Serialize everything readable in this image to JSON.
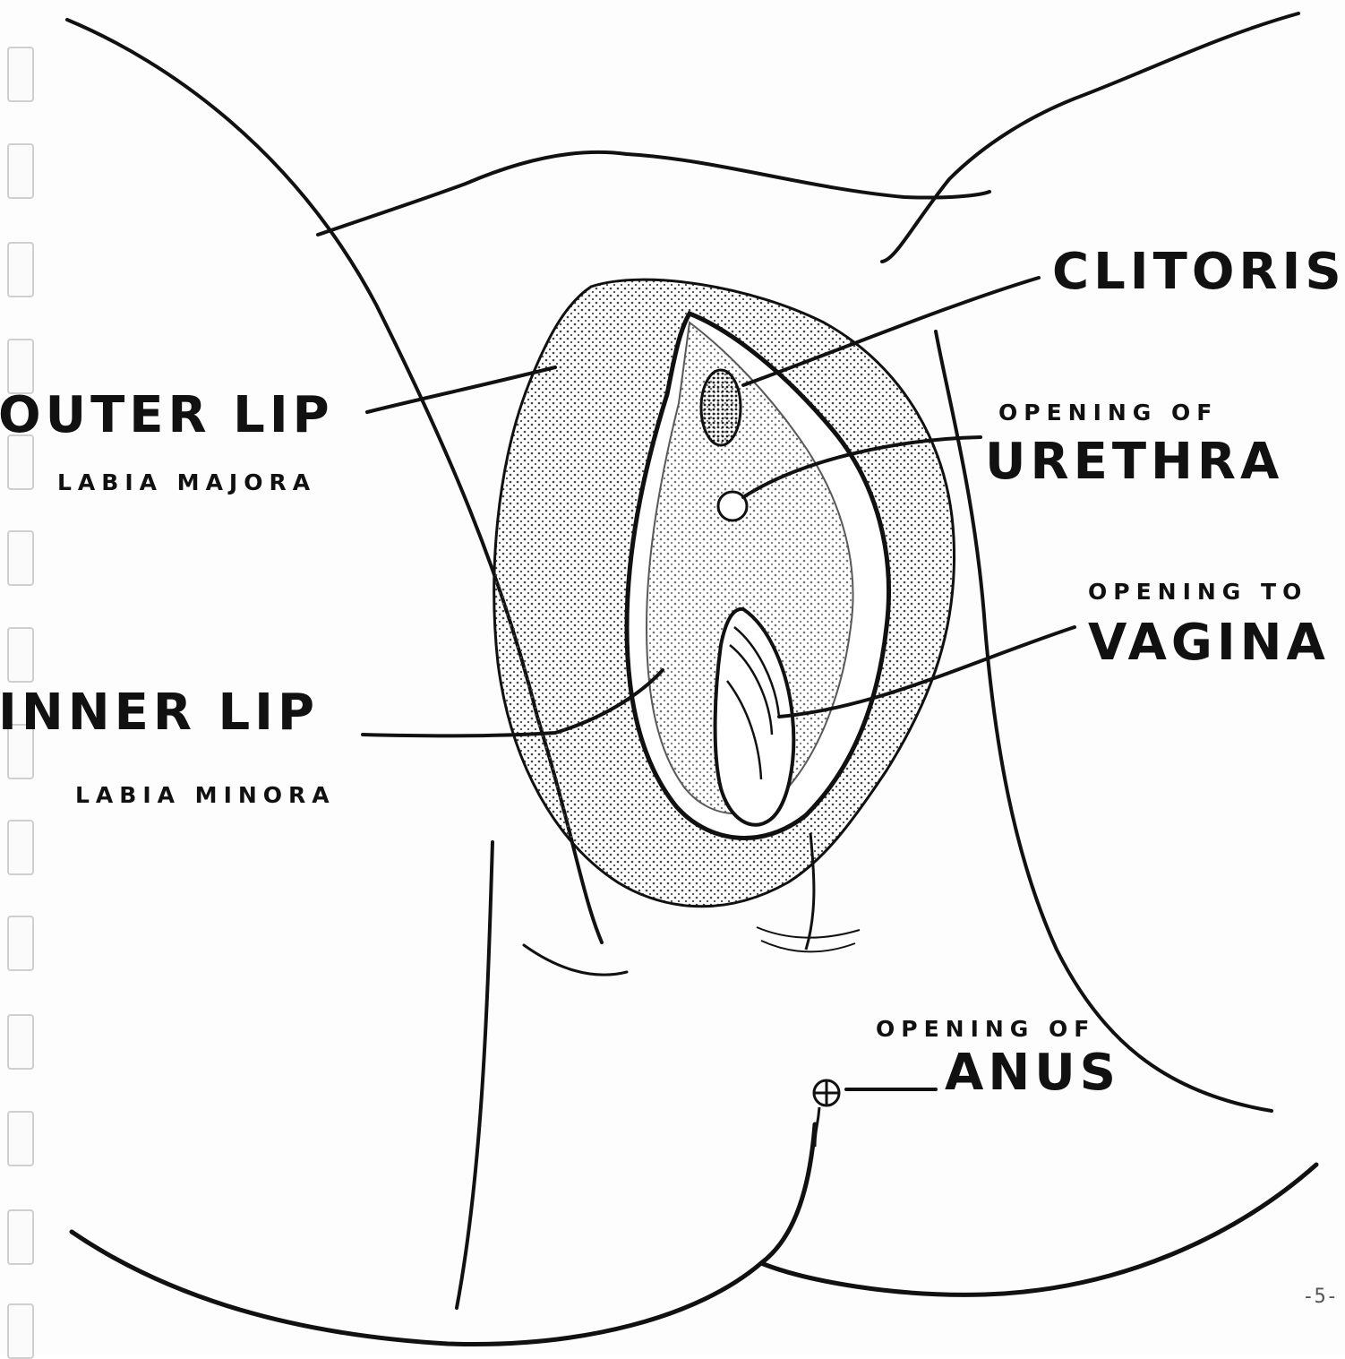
{
  "labels": {
    "outer_lip": "OUTER LIP",
    "labia_majora": "LABIA MAJORA",
    "inner_lip": "INNER LIP",
    "labia_minora": "LABIA MINORA",
    "clitoris": "CLITORIS",
    "urethra_prefix": "OPENING OF",
    "urethra": "URETHRA",
    "vagina_prefix": "OPENING TO",
    "vagina": "VAGINA",
    "anus_prefix": "OPENING OF",
    "anus": "ANUS"
  },
  "page_number": "-5-",
  "colors": {
    "ink": "#111111",
    "stipple": "#444444",
    "binder_hole": "#cfcfcf"
  }
}
